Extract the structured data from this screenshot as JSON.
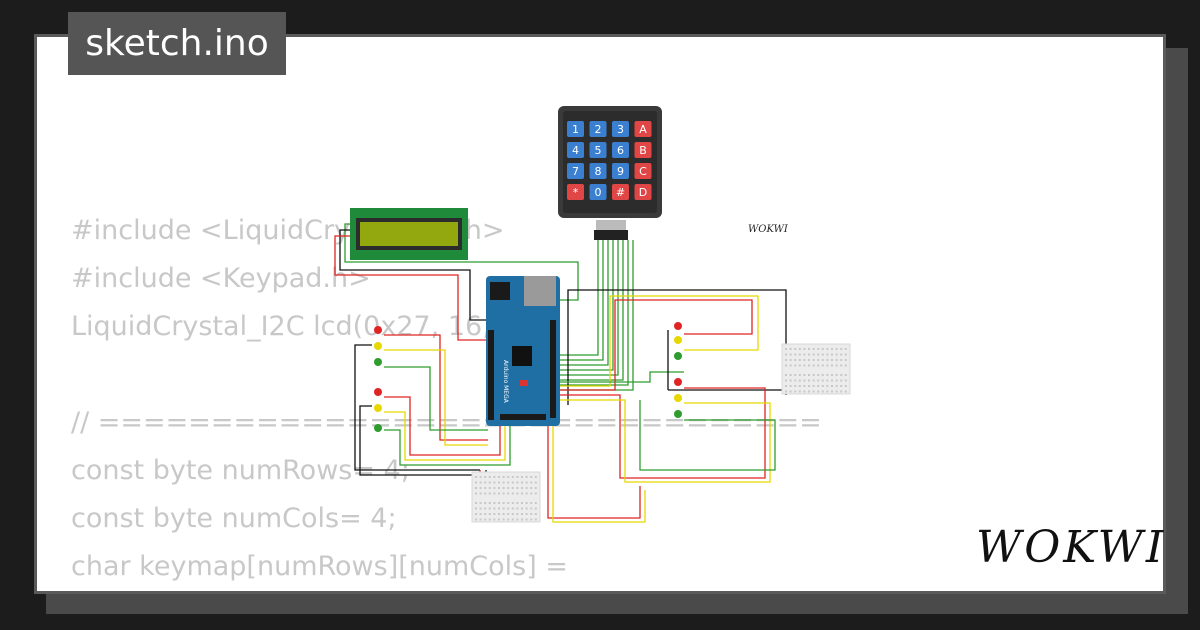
{
  "file_tab": {
    "label": "sketch.ino"
  },
  "brand": {
    "logo_text": "WOKWI",
    "small_logo_text": "WOKWI"
  },
  "code_lines": [
    "#include <LiquidCrystal_I2C.h>",
    "#include <Keypad.h>",
    "LiquidCrystal_I2C lcd(0x27, 16, 2);",
    "",
    "// ================================",
    "const byte numRows= 4;",
    "const byte numCols= 4;",
    "char keymap[numRows][numCols] =",
    "{"
  ],
  "keypad": {
    "keys": [
      "1",
      "2",
      "3",
      "A",
      "4",
      "5",
      "6",
      "B",
      "7",
      "8",
      "9",
      "C",
      "*",
      "0",
      "#",
      "D"
    ]
  },
  "board": {
    "label": "Arduino MEGA"
  },
  "colors": {
    "led_red": "#e02424",
    "led_yellow": "#e6d800",
    "led_green": "#2e9d2e",
    "board_blue": "#1f6fa5",
    "lcd_green": "#1f8a3a",
    "key_blue": "#3b7fd0",
    "key_red": "#e04646"
  }
}
